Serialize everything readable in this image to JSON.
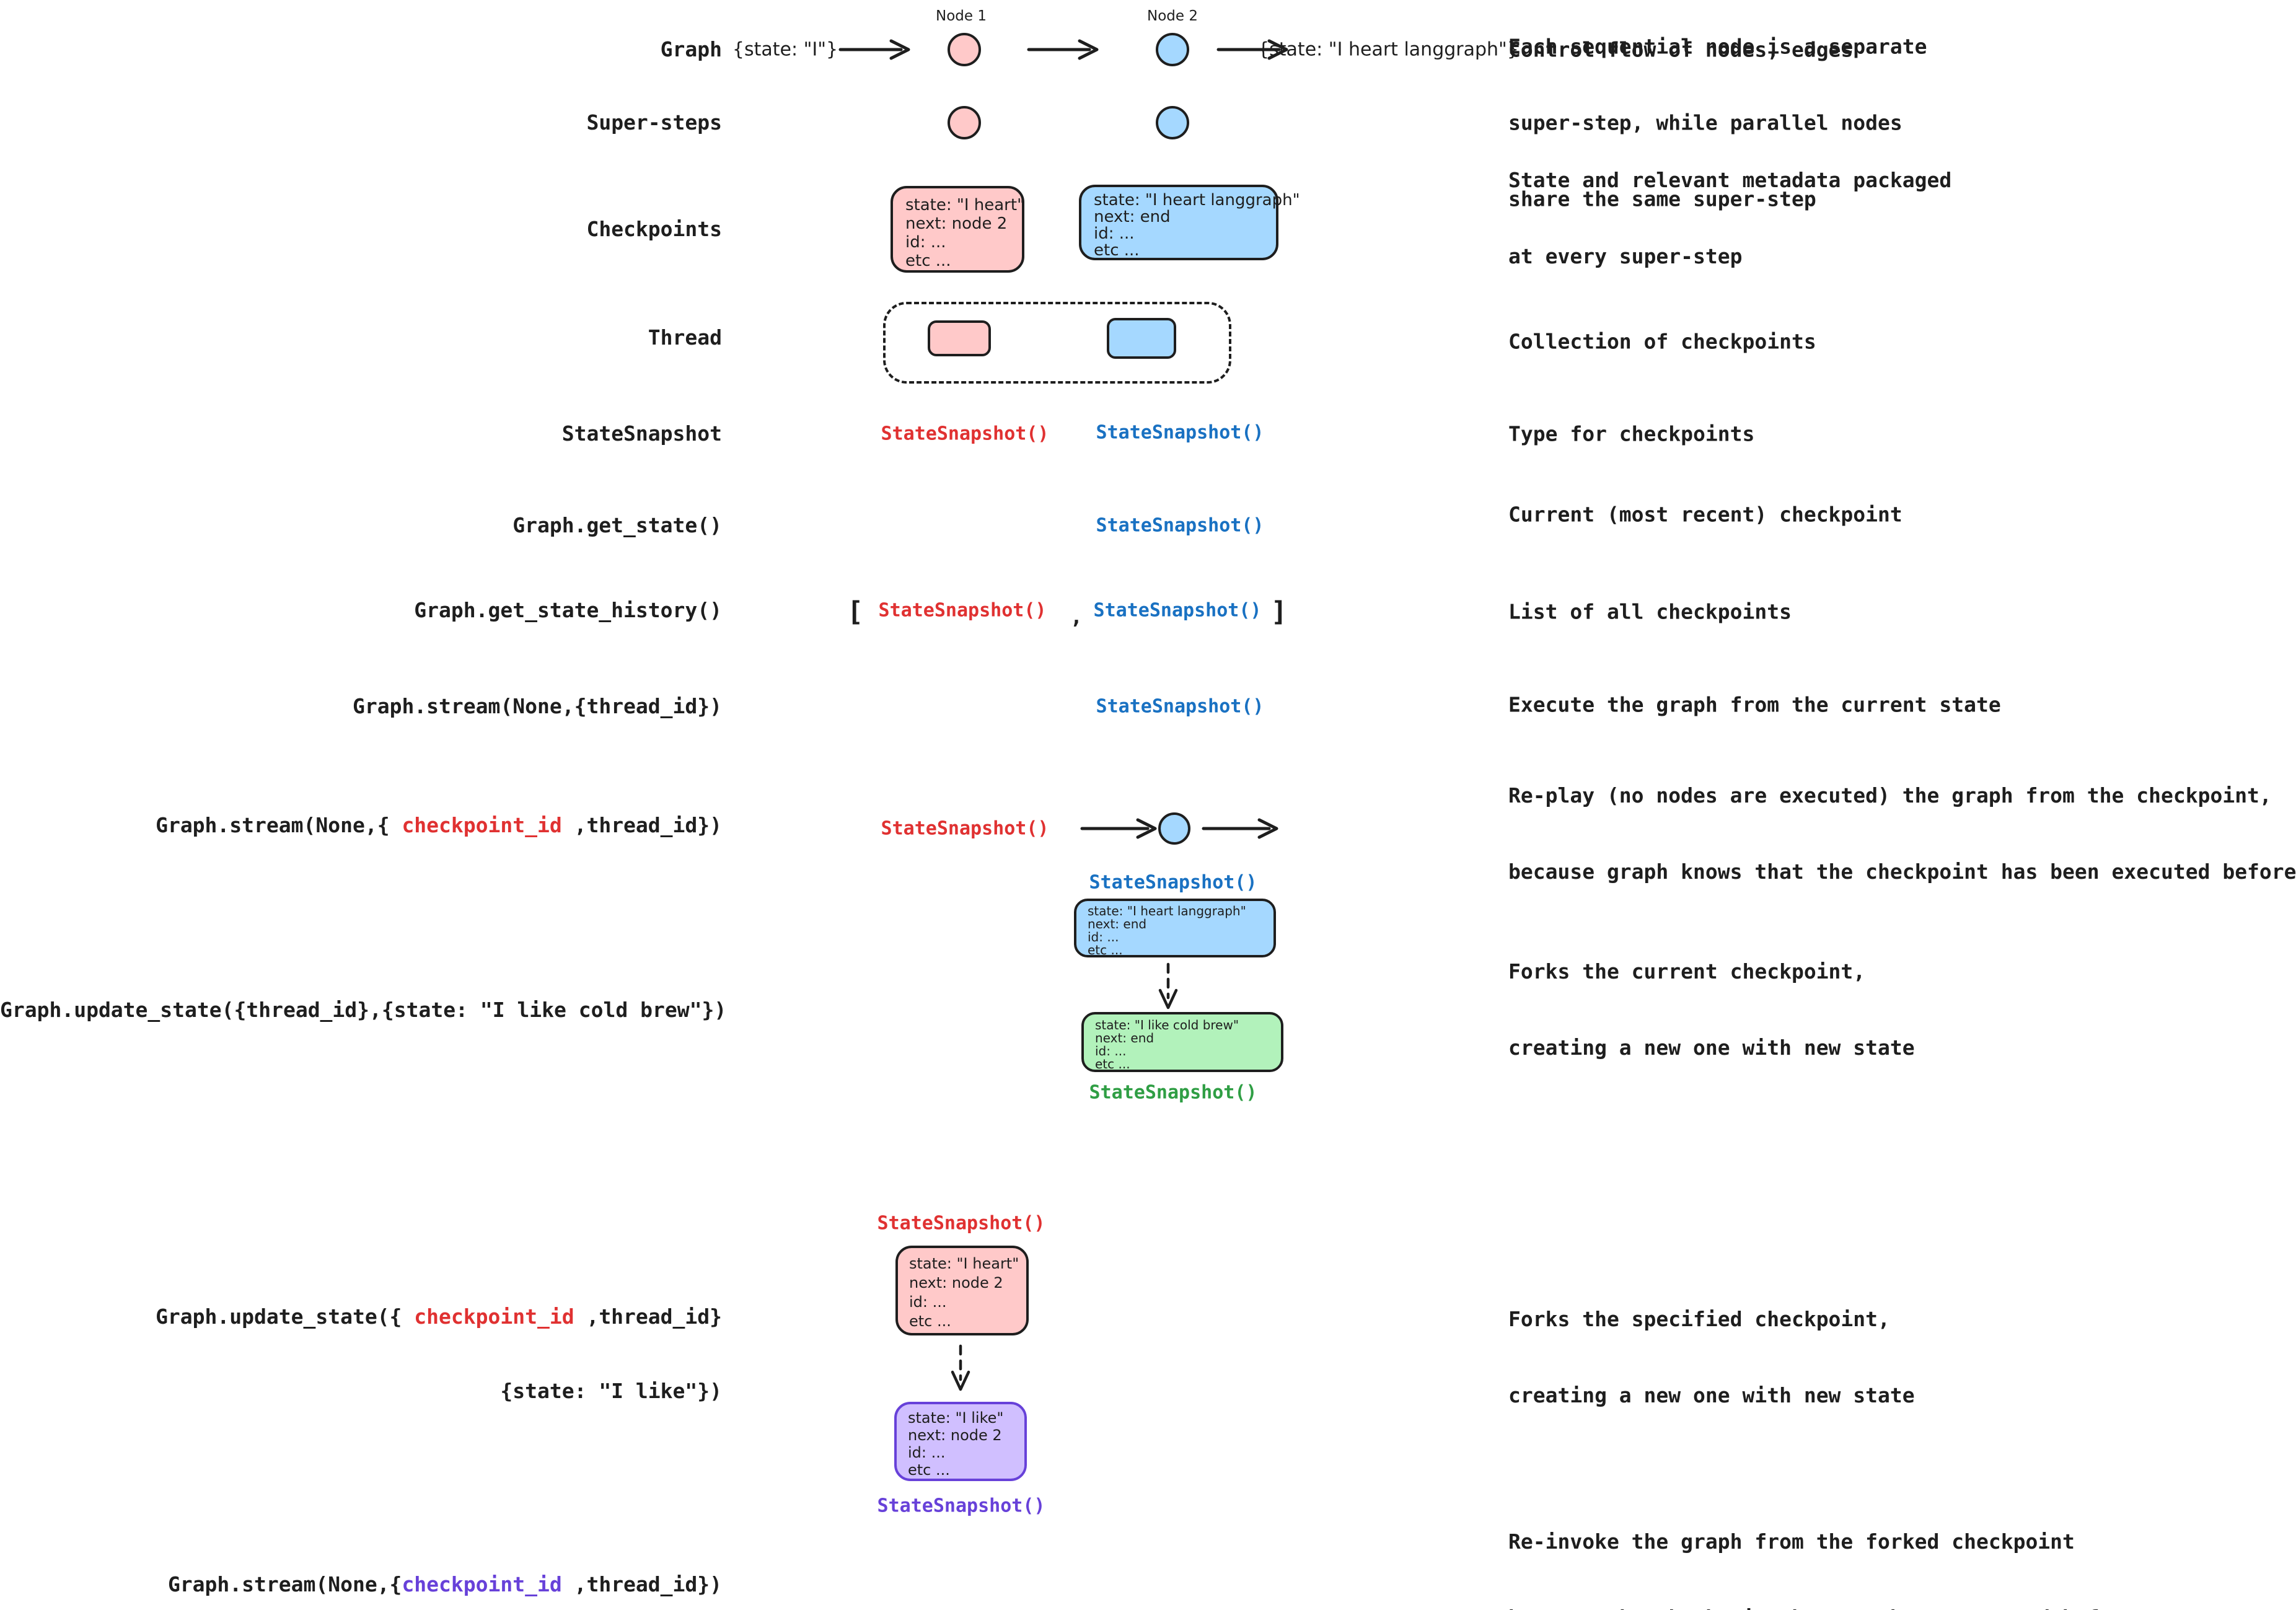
{
  "palette": {
    "ink": "#1e1e1e",
    "pink_fill": "#ffc9c9",
    "blue_fill": "#a5d8ff",
    "green_fill": "#b2f2bb",
    "purple_fill": "#d0bfff",
    "red_text": "#e03131",
    "blue_text": "#1971c2",
    "green_text": "#2f9e44",
    "purple_text": "#6741d9"
  },
  "graph_row": {
    "label": "Graph",
    "input_state": "{state: \"I\"}",
    "node1_label": "Node 1",
    "node2_label": "Node 2",
    "output_state": "{state: \"I heart langgraph\"}",
    "desc": "Control flow of nodes, edges"
  },
  "super_steps_row": {
    "label": "Super-steps",
    "desc_lines": [
      "Each sequential node is a separate",
      "super-step, while parallel nodes",
      "share the same super-step"
    ]
  },
  "checkpoints_row": {
    "label": "Checkpoints",
    "pink_box_lines": [
      "state: \"I heart\"",
      "next: node 2",
      "id: ...",
      "etc ..."
    ],
    "blue_box_lines": [
      "state: \"I heart langgraph\"",
      "next: end",
      "id: ...",
      "etc ..."
    ],
    "desc_lines": [
      "State and relevant metadata packaged",
      "at every super-step"
    ]
  },
  "thread_row": {
    "label": "Thread",
    "desc": "Collection of checkpoints"
  },
  "statesnapshot_row": {
    "label": "StateSnapshot",
    "red_call": "StateSnapshot()",
    "blue_call": "StateSnapshot()",
    "desc": "Type for checkpoints"
  },
  "get_state_row": {
    "label": "Graph.get_state()",
    "blue_call": "StateSnapshot()",
    "desc": "Current (most recent) checkpoint"
  },
  "get_state_history_row": {
    "label": "Graph.get_state_history()",
    "bracket_open": "[",
    "red_call": "StateSnapshot()",
    "comma": ",",
    "blue_call": "StateSnapshot()",
    "bracket_close": "]",
    "desc": "List of all checkpoints"
  },
  "stream_row": {
    "label": "Graph.stream(None,{thread_id})",
    "blue_call": "StateSnapshot()",
    "desc": "Execute the graph from the current state"
  },
  "replay_row": {
    "label_prefix": "Graph.stream(None,{ ",
    "label_highlight": "checkpoint_id",
    "label_suffix": " ,thread_id})",
    "red_call": "StateSnapshot()",
    "blue_call": "StateSnapshot()",
    "blue_box_lines": [
      "state: \"I heart langgraph\"",
      "next: end",
      "id: ...",
      "etc ..."
    ],
    "desc_lines": [
      "Re-play (no nodes are executed) the graph from the checkpoint,",
      "because graph knows that the checkpoint has been executed before"
    ]
  },
  "update_state_row": {
    "label": "Graph.update_state({thread_id},{state: \"I like cold brew\"})",
    "green_box_lines": [
      "state: \"I like cold brew\"",
      "next: end",
      "id: ...",
      "etc ..."
    ],
    "green_call": "StateSnapshot()",
    "desc_lines": [
      "Forks the current checkpoint,",
      "creating a new one with new state"
    ]
  },
  "update_state_checkpoint_row": {
    "label_prefix": "Graph.update_state({ ",
    "label_highlight": "checkpoint_id",
    "label_suffix": " ,thread_id}",
    "label_line2": "{state: \"I like\"})",
    "red_call": "StateSnapshot()",
    "pink_box_lines": [
      "state: \"I heart\"",
      "next: node 2",
      "id: ...",
      "etc ..."
    ],
    "purple_box_lines": [
      "state: \"I like\"",
      "next: node 2",
      "id: ...",
      "etc ..."
    ],
    "purple_call": "StateSnapshot()",
    "desc_lines": [
      "Forks the specified checkpoint,",
      "creating a new one with new state"
    ]
  },
  "reinvoke_row": {
    "label_prefix": "Graph.stream(None,{",
    "label_highlight": "checkpoint_id",
    "label_suffix": " ,thread_id})",
    "desc_lines": [
      "Re-invoke the graph from the forked checkpoint",
      "because the checkpoint has not been executed before"
    ]
  }
}
